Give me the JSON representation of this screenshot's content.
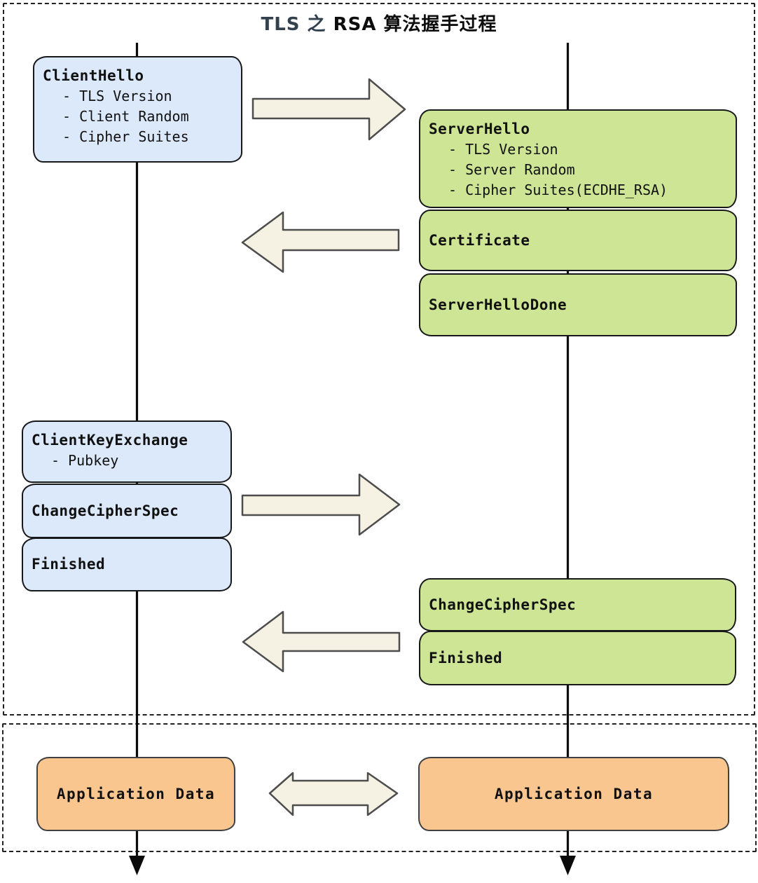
{
  "title": {
    "part1": "TLS",
    "part2": "之",
    "part3": "RSA 算法握手过程"
  },
  "client": {
    "hello": {
      "title": "ClientHello",
      "items": [
        "- TLS Version",
        "- Client Random",
        "- Cipher Suites"
      ]
    },
    "key_exchange": {
      "title": "ClientKeyExchange",
      "items": [
        "- Pubkey"
      ]
    },
    "change_cipher_spec": "ChangeCipherSpec",
    "finished": "Finished",
    "application_data": "Application Data"
  },
  "server": {
    "hello": {
      "title": "ServerHello",
      "items": [
        "- TLS Version",
        "- Server Random",
        "- Cipher Suites(ECDHE_RSA)"
      ]
    },
    "certificate": "Certificate",
    "hello_done": "ServerHelloDone",
    "change_cipher_spec": "ChangeCipherSpec",
    "finished": "Finished",
    "application_data": "Application Data"
  },
  "colors": {
    "client_box": "#dce9fb",
    "server_box": "#cde594",
    "app_box": "#f9c68f",
    "arrow_fill": "#f5f2e3",
    "arrow_stroke": "#4d4d4d",
    "lifeline": "#0a0a0a"
  }
}
